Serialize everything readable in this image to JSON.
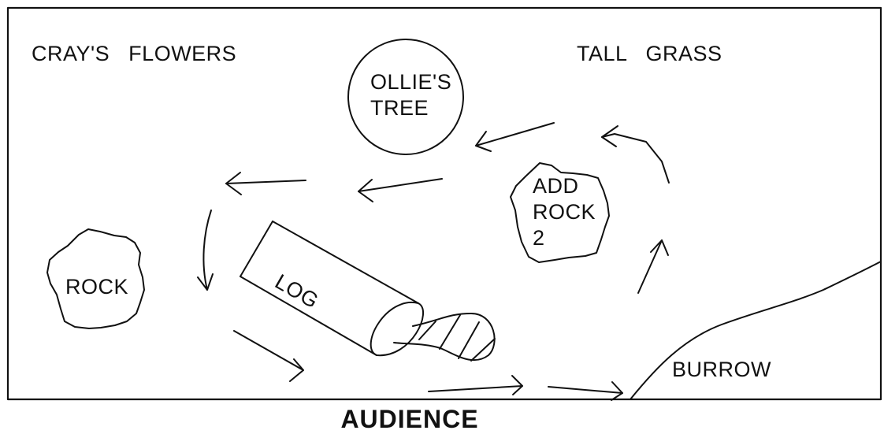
{
  "stage_map": {
    "areas": {
      "cray_flowers": "CRAY'S   FLOWERS",
      "tall_grass": "TALL   GRASS",
      "burrow": "BURROW"
    },
    "props": {
      "ollie_tree": [
        "OLLIE'S",
        "TREE"
      ],
      "add_rock": [
        "ADD",
        "ROCK",
        "2"
      ],
      "rock": "ROCK",
      "log": "LOG"
    },
    "audience": "AUDIENCE",
    "colors": {
      "ink": "#111111",
      "background": "#ffffff"
    }
  }
}
